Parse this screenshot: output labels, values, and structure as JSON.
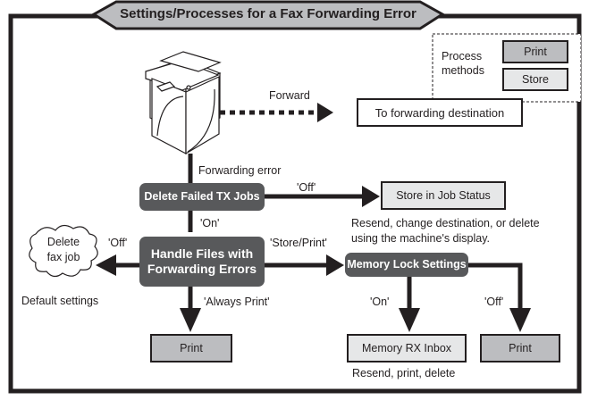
{
  "title": "Settings/Processes for a Fax Forwarding Error",
  "legend": {
    "label_line1": "Process",
    "label_line2": "methods",
    "print_label": "Print",
    "store_label": "Store"
  },
  "device": {
    "icon": "multifunction-printer-icon"
  },
  "forward": {
    "label": "Forward",
    "destination": "To forwarding destination"
  },
  "forwarding_error_label": "Forwarding error",
  "delete_failed": {
    "label": "Delete Failed TX Jobs",
    "off_label": "'Off'",
    "on_label": "'On'"
  },
  "store_job_status": {
    "label": "Store in Job Status",
    "note_line1": "Resend, change destination, or delete",
    "note_line2": "using the machine's display."
  },
  "handle_files": {
    "line1": "Handle Files with",
    "line2": "Forwarding Errors",
    "off_label": "'Off'",
    "store_print_label": "'Store/Print'",
    "always_print_label": "'Always Print'"
  },
  "delete_fax_job": {
    "line1": "Delete",
    "line2": "fax job",
    "note": "Default settings"
  },
  "always_print_result": "Print",
  "memory_lock": {
    "label": "Memory Lock Settings",
    "on_label": "'On'",
    "off_label": "'Off'"
  },
  "memory_rx_inbox": {
    "label": "Memory RX Inbox",
    "note": "Resend, print, delete"
  },
  "memory_lock_off_result": "Print",
  "colors": {
    "dark_node": "#58595b",
    "print_fill": "#bcbdc0",
    "store_fill": "#e6e7e8",
    "line": "#231f20"
  }
}
